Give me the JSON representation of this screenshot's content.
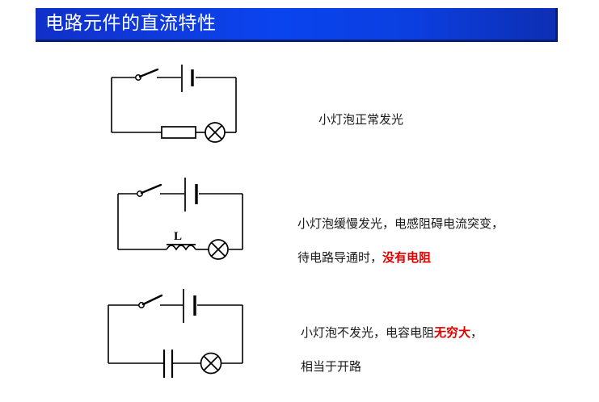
{
  "header": {
    "title": "电路元件的直流特性",
    "bar_color_left": "#1030c8",
    "bar_color_mid": "#0a44ef",
    "bar_color_right": "#0d2fb4",
    "border_color": "#0a1e6e",
    "title_color": "#ffffff"
  },
  "accent": {
    "highlight_color": "#e00000",
    "line_color": "#000000"
  },
  "rows": [
    {
      "id": "row-resistor",
      "circuit": {
        "name": "resistive-circuit",
        "components": [
          "switch-open",
          "battery",
          "resistor",
          "lamp"
        ],
        "labels": []
      },
      "caption": {
        "lines": [
          {
            "segments": [
              {
                "text": "小灯泡正常发光",
                "highlight": false
              }
            ]
          }
        ]
      }
    },
    {
      "id": "row-inductor",
      "circuit": {
        "name": "inductive-circuit",
        "components": [
          "switch-open",
          "battery",
          "inductor",
          "lamp"
        ],
        "labels": [
          "L"
        ]
      },
      "caption": {
        "lines": [
          {
            "segments": [
              {
                "text": "小灯泡缓慢发光，电感阻碍电流突变，",
                "highlight": false
              }
            ]
          },
          {
            "segments": [
              {
                "text": "待电路导通时，",
                "highlight": false
              },
              {
                "text": "没有电阻",
                "highlight": true
              }
            ]
          }
        ]
      }
    },
    {
      "id": "row-capacitor",
      "circuit": {
        "name": "capacitive-circuit",
        "components": [
          "switch-open",
          "battery",
          "capacitor",
          "lamp"
        ],
        "labels": []
      },
      "caption": {
        "lines": [
          {
            "segments": [
              {
                "text": "小灯泡不发光，电容电阻",
                "highlight": false
              },
              {
                "text": "无穷大",
                "highlight": true
              },
              {
                "text": "，",
                "highlight": false
              }
            ]
          },
          {
            "segments": [
              {
                "text": "相当于开路",
                "highlight": false
              }
            ]
          }
        ]
      }
    }
  ],
  "inductor_label": "L"
}
